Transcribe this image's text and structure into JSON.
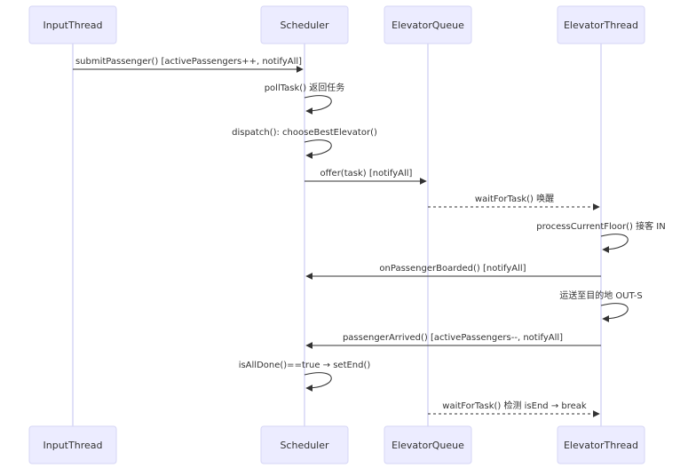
{
  "participants": [
    {
      "id": "input",
      "label": "InputThread"
    },
    {
      "id": "scheduler",
      "label": "Scheduler"
    },
    {
      "id": "queue",
      "label": "ElevatorQueue"
    },
    {
      "id": "elevator",
      "label": "ElevatorThread"
    }
  ],
  "messages": [
    {
      "from": "input",
      "to": "scheduler",
      "label": "submitPassenger() [activePassengers++, notifyAll]",
      "style": "solid"
    },
    {
      "from": "scheduler",
      "to": "scheduler",
      "label": "pollTask() 返回任务",
      "style": "solid"
    },
    {
      "from": "scheduler",
      "to": "scheduler",
      "label": "dispatch(): chooseBestElevator()",
      "style": "solid"
    },
    {
      "from": "scheduler",
      "to": "queue",
      "label": "offer(task) [notifyAll]",
      "style": "solid"
    },
    {
      "from": "queue",
      "to": "elevator",
      "label": "waitForTask() 唤醒",
      "style": "dashed"
    },
    {
      "from": "elevator",
      "to": "elevator",
      "label": "processCurrentFloor() 接客 IN",
      "style": "solid"
    },
    {
      "from": "elevator",
      "to": "scheduler",
      "label": "onPassengerBoarded() [notifyAll]",
      "style": "solid"
    },
    {
      "from": "elevator",
      "to": "elevator",
      "label": "运送至目的地 OUT-S",
      "style": "solid"
    },
    {
      "from": "elevator",
      "to": "scheduler",
      "label": "passengerArrived() [activePassengers--, notifyAll]",
      "style": "solid"
    },
    {
      "from": "scheduler",
      "to": "scheduler",
      "label": "isAllDone()==true → setEnd()",
      "style": "solid"
    },
    {
      "from": "queue",
      "to": "elevator",
      "label": "waitForTask() 检测 isEnd → break",
      "style": "dashed"
    }
  ]
}
